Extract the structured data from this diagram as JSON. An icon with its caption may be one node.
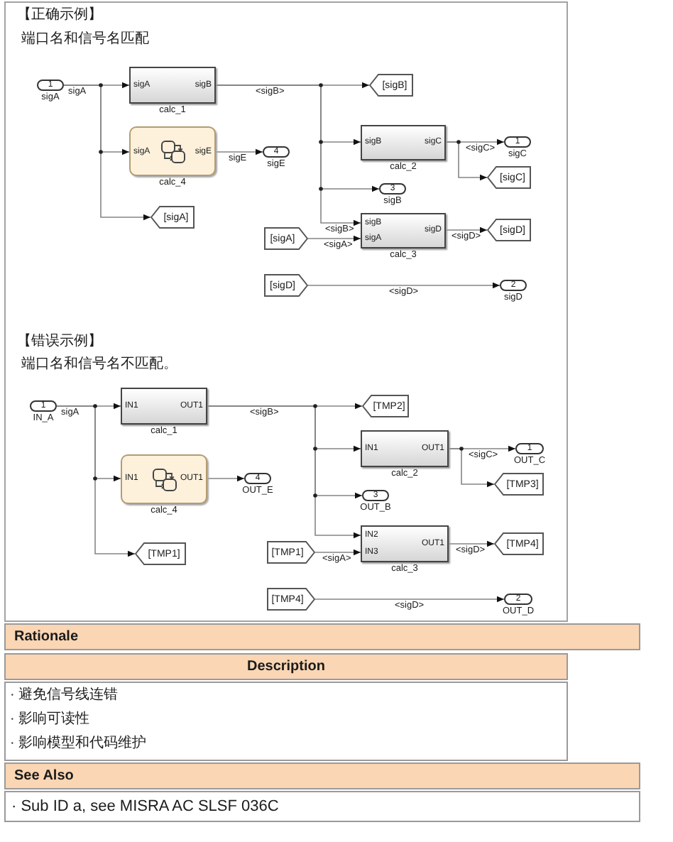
{
  "diagram": {
    "nodes": [
      {
        "text": [
          "1"
        ],
        "beside": [
          "sigA"
        ]
      },
      {
        "text": [
          "sigA",
          "sigB"
        ],
        "beside": [
          "calc_1"
        ]
      },
      {
        "text": [
          "[sigB]"
        ]
      },
      {
        "text": [
          "sigA",
          "sigE"
        ],
        "beside": [
          "calc_4"
        ]
      },
      {
        "text": [
          "4"
        ],
        "beside": [
          "sigE"
        ]
      },
      {
        "text": [
          "sigB",
          "sigC"
        ],
        "beside": [
          "calc_2"
        ]
      },
      {
        "text": [
          "1"
        ],
        "beside": [
          "sigC"
        ]
      },
      {
        "text": [
          "[sigC]"
        ]
      },
      {
        "text": [
          "3"
        ],
        "beside": [
          "sigB"
        ]
      },
      {
        "text": [
          "[sigA]"
        ]
      },
      {
        "text": [
          "[sigA]"
        ]
      },
      {
        "text": [
          "sigB",
          "sigA",
          "sigD"
        ],
        "beside": [
          "calc_3"
        ]
      },
      {
        "text": [
          "[sigD]"
        ]
      },
      {
        "text": [
          "[sigD]"
        ]
      },
      {
        "text": [
          "2"
        ],
        "beside": [
          "sigD"
        ]
      },
      {
        "text": [
          "1"
        ],
        "beside": [
          "IN_A"
        ]
      },
      {
        "text": [
          "IN1",
          "OUT1"
        ],
        "beside": [
          "calc_1"
        ]
      },
      {
        "text": [
          "[TMP2]"
        ]
      },
      {
        "text": [
          "IN1",
          "OUT1"
        ],
        "beside": [
          "calc_4"
        ]
      },
      {
        "text": [
          "4"
        ],
        "beside": [
          "OUT_E"
        ]
      },
      {
        "text": [
          "IN1",
          "OUT1"
        ],
        "beside": [
          "calc_2"
        ]
      },
      {
        "text": [
          "1"
        ],
        "beside": [
          "OUT_C"
        ]
      },
      {
        "text": [
          "[TMP3]"
        ]
      },
      {
        "text": [
          "3"
        ],
        "beside": [
          "OUT_B"
        ]
      },
      {
        "text": [
          "[TMP1]"
        ]
      },
      {
        "text": [
          "[TMP1]"
        ]
      },
      {
        "text": [
          "IN2",
          "IN3",
          "OUT1"
        ],
        "beside": [
          "calc_3"
        ]
      },
      {
        "text": [
          "[TMP4]"
        ]
      },
      {
        "text": [
          "[TMP4]"
        ]
      },
      {
        "text": [
          "2"
        ],
        "beside": [
          "OUT_D"
        ]
      }
    ],
    "edges": [
      {
        "from": 0,
        "to": 1,
        "arrow": "to",
        "label": "sigA"
      },
      {
        "from": 0,
        "to": 3,
        "arrow": "to"
      },
      {
        "from": 0,
        "to": 9,
        "arrow": "to"
      },
      {
        "from": 1,
        "to": 2,
        "arrow": "to",
        "label": "<sigB>"
      },
      {
        "from": 1,
        "to": 5,
        "arrow": "to"
      },
      {
        "from": 1,
        "to": 8,
        "arrow": "to"
      },
      {
        "from": 1,
        "to": 11,
        "arrow": "to",
        "label": "<sigB>"
      },
      {
        "from": 3,
        "to": 4,
        "arrow": "to",
        "label": "sigE"
      },
      {
        "from": 5,
        "to": 6,
        "arrow": "to",
        "label": "<sigC>"
      },
      {
        "from": 5,
        "to": 7,
        "arrow": "to"
      },
      {
        "from": 10,
        "to": 11,
        "arrow": "to",
        "label": "<sigA>"
      },
      {
        "from": 11,
        "to": 12,
        "arrow": "to",
        "label": "<sigD>"
      },
      {
        "from": 13,
        "to": 14,
        "arrow": "to",
        "label": "<sigD>"
      },
      {
        "from": 15,
        "to": 16,
        "arrow": "to",
        "label": "sigA"
      },
      {
        "from": 15,
        "to": 18,
        "arrow": "to"
      },
      {
        "from": 15,
        "to": 24,
        "arrow": "to"
      },
      {
        "from": 16,
        "to": 17,
        "arrow": "to",
        "label": "<sigB>"
      },
      {
        "from": 16,
        "to": 20,
        "arrow": "to"
      },
      {
        "from": 16,
        "to": 23,
        "arrow": "to"
      },
      {
        "from": 16,
        "to": 26,
        "arrow": "to"
      },
      {
        "from": 18,
        "to": 19,
        "arrow": "to"
      },
      {
        "from": 20,
        "to": 21,
        "arrow": "to",
        "label": "<sigC>"
      },
      {
        "from": 20,
        "to": 22,
        "arrow": "to"
      },
      {
        "from": 25,
        "to": 26,
        "arrow": "to",
        "label": "<sigA>"
      },
      {
        "from": 26,
        "to": 27,
        "arrow": "to",
        "label": "<sigD>"
      },
      {
        "from": 28,
        "to": 29,
        "arrow": "to",
        "label": "<sigD>"
      }
    ],
    "labels": [
      "【正确示例】",
      "端口名和信号名匹配",
      "【错误示例】",
      "端口名和信号名不匹配。",
      "Rationale",
      "Description",
      "· 避免信号线连错",
      "· 影响可读性",
      "· 影响模型和代码维护",
      "See Also",
      "· Sub ID a, see MISRA AC SLSF 036C"
    ]
  }
}
